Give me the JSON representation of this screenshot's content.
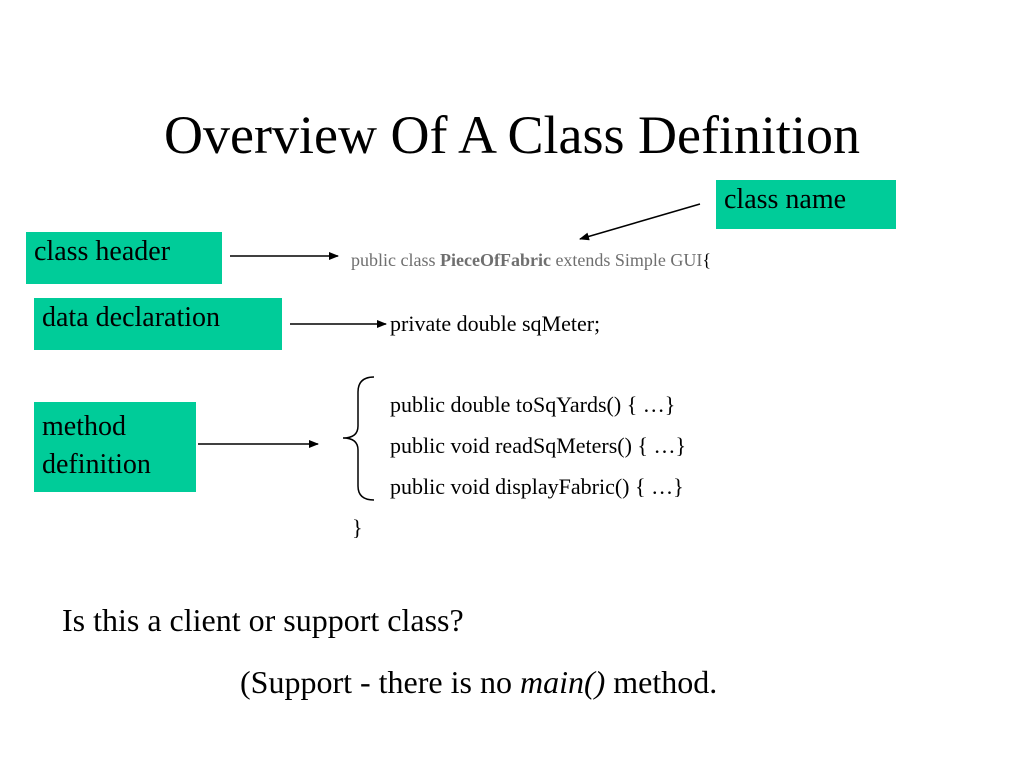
{
  "slide": {
    "title": "Overview Of A Class Definition",
    "labels": {
      "class_name": "class name",
      "class_header": "class header",
      "data_declaration": "data declaration",
      "method_definition_line1": "method",
      "method_definition_line2": "definition"
    },
    "code": {
      "header_prefix": "public class ",
      "header_class_name": "PieceOfFabric",
      "header_suffix": " extends Simple GUI",
      "header_brace": "{",
      "data_line": "private double sqMeter;",
      "method_lines": [
        "public double toSqYards() { …}",
        "public void readSqMeters() { …}",
        "public void displayFabric() { …}"
      ],
      "closing_brace": "}"
    },
    "question": "Is this a client or support class?",
    "answer": {
      "prefix": "(Support - there is no ",
      "emphasis": "main()",
      "suffix": " method."
    },
    "colors": {
      "label_box": "#00cc99",
      "code_gray": "#6f6f6f",
      "text": "#000000"
    }
  }
}
